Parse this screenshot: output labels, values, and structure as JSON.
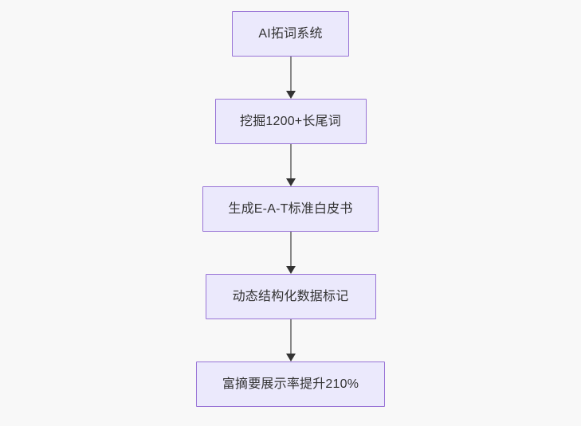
{
  "diagram": {
    "type": "flowchart",
    "direction": "top-to-bottom",
    "background_color": "#f8f8f8",
    "node_fill_color": "#ebe9fc",
    "node_border_color": "#9873d6",
    "node_text_color": "#333333",
    "connector_color": "#888888",
    "arrowhead_color": "#333333",
    "nodes": [
      {
        "id": "n1",
        "label": "AI拓词系统"
      },
      {
        "id": "n2",
        "label": "挖掘1200+长尾词"
      },
      {
        "id": "n3",
        "label": "生成E-A-T标准白皮书"
      },
      {
        "id": "n4",
        "label": "动态结构化数据标记"
      },
      {
        "id": "n5",
        "label": "富摘要展示率提升210%"
      }
    ],
    "edges": [
      {
        "id": "e1",
        "from": "n1",
        "to": "n2",
        "label": ""
      },
      {
        "id": "e2",
        "from": "n2",
        "to": "n3",
        "label": ""
      },
      {
        "id": "e3",
        "from": "n3",
        "to": "n4",
        "label": ""
      },
      {
        "id": "e4",
        "from": "n4",
        "to": "n5",
        "label": ""
      }
    ]
  }
}
